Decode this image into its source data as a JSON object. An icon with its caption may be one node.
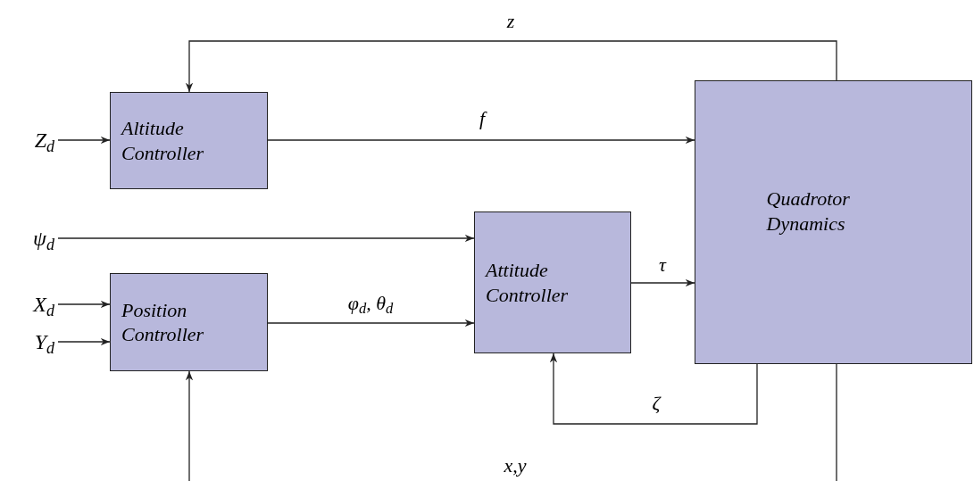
{
  "diagram": {
    "nodes": [
      {
        "text": [
          "Z$_{d}$"
        ]
      },
      {
        "text": [
          "Altitude Controller"
        ]
      },
      {
        "text": [
          "Quadrotor Dynamics"
        ]
      },
      {
        "text": [
          "ψ$_{d}$"
        ]
      },
      {
        "text": [
          "Attitude Controller"
        ]
      },
      {
        "text": [
          "X$_{d}$"
        ]
      },
      {
        "text": [
          "Y$_{d}$"
        ]
      },
      {
        "text": [
          "Position Controller"
        ]
      }
    ],
    "edges": [
      {
        "from": 0,
        "to": 1,
        "arrow": "to"
      },
      {
        "from": 1,
        "to": 2,
        "arrow": "to",
        "label": "f"
      },
      {
        "from": 2,
        "to": 1,
        "arrow": "to",
        "label": "z"
      },
      {
        "from": 3,
        "to": 4,
        "arrow": "to"
      },
      {
        "from": 5,
        "to": 7,
        "arrow": "to"
      },
      {
        "from": 6,
        "to": 7,
        "arrow": "to"
      },
      {
        "from": 7,
        "to": 4,
        "arrow": "to",
        "label": "φ$_{d}$, θ$_{d}$"
      },
      {
        "from": 4,
        "to": 2,
        "arrow": "to",
        "label": "τ"
      },
      {
        "from": 2,
        "to": 4,
        "arrow": "to",
        "label": "ζ"
      },
      {
        "from": 2,
        "to": 7,
        "arrow": "to",
        "label": "x,y"
      }
    ]
  }
}
